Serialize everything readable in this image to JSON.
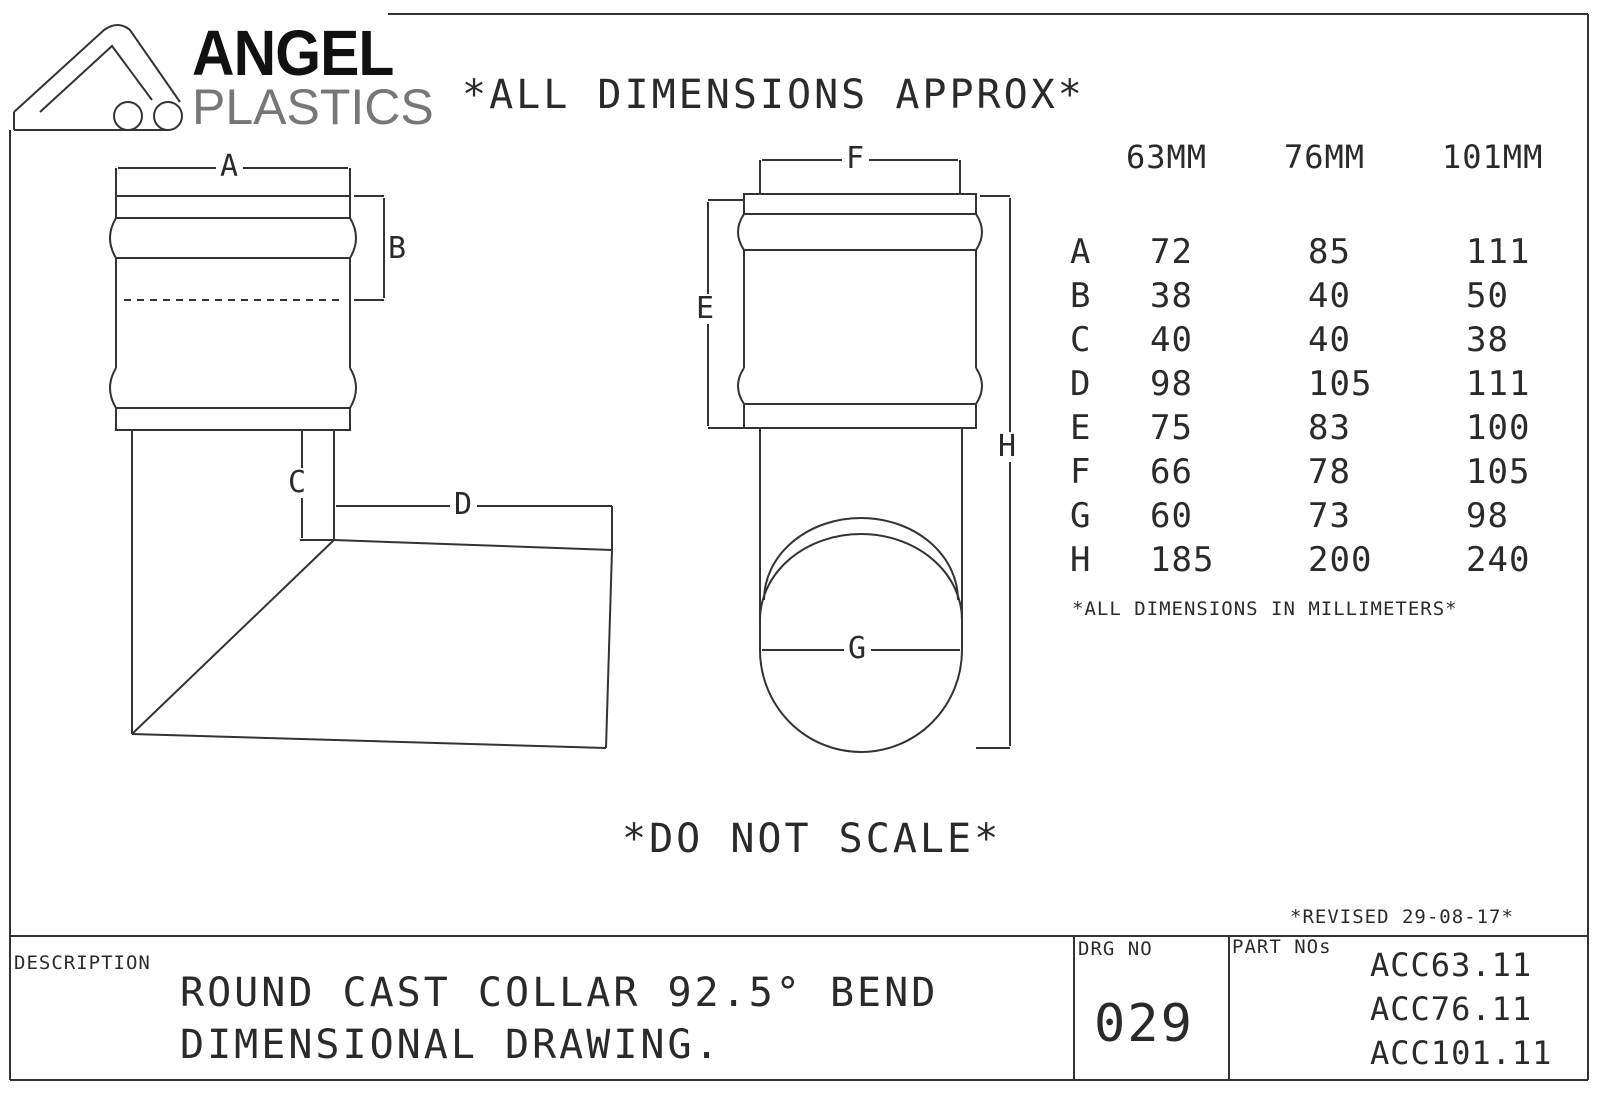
{
  "logo": {
    "word1": "ANGEL",
    "word2": "PLASTICS"
  },
  "header_notice": "*ALL DIMENSIONS APPROX*",
  "table": {
    "columns": [
      "63MM",
      "76MM",
      "101MM"
    ],
    "rows": [
      {
        "label": "A",
        "values": [
          "72",
          "85",
          "111"
        ]
      },
      {
        "label": "B",
        "values": [
          "38",
          "40",
          "50"
        ]
      },
      {
        "label": "C",
        "values": [
          "40",
          "40",
          "38"
        ]
      },
      {
        "label": "D",
        "values": [
          "98",
          "105",
          "111"
        ]
      },
      {
        "label": "E",
        "values": [
          "75",
          "83",
          "100"
        ]
      },
      {
        "label": "F",
        "values": [
          "66",
          "78",
          "105"
        ]
      },
      {
        "label": "G",
        "values": [
          "60",
          "73",
          "98"
        ]
      },
      {
        "label": "H",
        "values": [
          "185",
          "200",
          "240"
        ]
      }
    ],
    "note": "*ALL DIMENSIONS IN MILLIMETERS*"
  },
  "dimension_labels": {
    "a": "A",
    "b": "B",
    "c": "C",
    "d": "D",
    "e": "E",
    "f": "F",
    "g": "G",
    "h": "H"
  },
  "do_not_scale": "*DO NOT SCALE*",
  "title_block": {
    "revised": "*REVISED 29-08-17*",
    "description_label": "DESCRIPTION",
    "description_line1": "ROUND CAST COLLAR 92.5° BEND",
    "description_line2": "DIMENSIONAL DRAWING.",
    "drg_label": "DRG NO",
    "drg_number": "029",
    "part_label": "PART NOs",
    "part_numbers": [
      "ACC63.11",
      "ACC76.11",
      "ACC101.11"
    ]
  }
}
